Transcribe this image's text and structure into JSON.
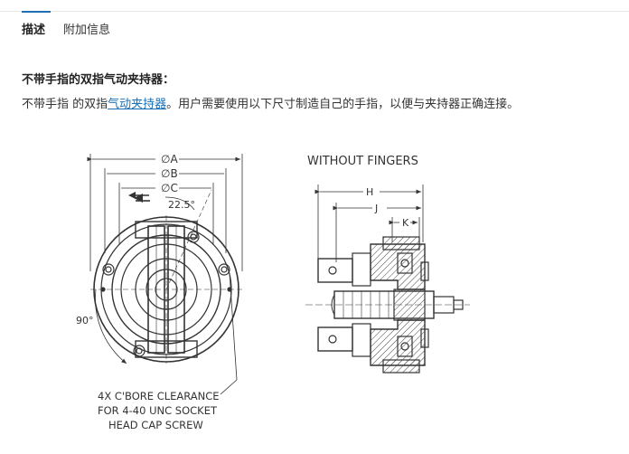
{
  "tabs": [
    {
      "label": "描述",
      "active": true
    },
    {
      "label": "附加信息",
      "active": false
    }
  ],
  "section_title": "不带手指的双指气动夹持器：",
  "description": {
    "before": "不带手指 的双指",
    "link": "气动夹持器",
    "after": "。用户需要使用以下尺寸制造自己的手指，以便与夹持器正确连接。"
  },
  "drawing": {
    "dim_a": "∅A",
    "dim_b": "∅B",
    "dim_c": "∅C",
    "angle_top": "22.5°",
    "angle_side": "90°",
    "note_lines": [
      "4X C'BORE CLEARANCE",
      "FOR 4-40 UNC SOCKET",
      "HEAD CAP SCREW"
    ],
    "side_title": "WITHOUT FINGERS",
    "dim_h": "H",
    "dim_j": "J",
    "dim_k": "K"
  },
  "colors": {
    "link": "#1a6fb5",
    "tab_indicator": "#1f6fb2"
  }
}
